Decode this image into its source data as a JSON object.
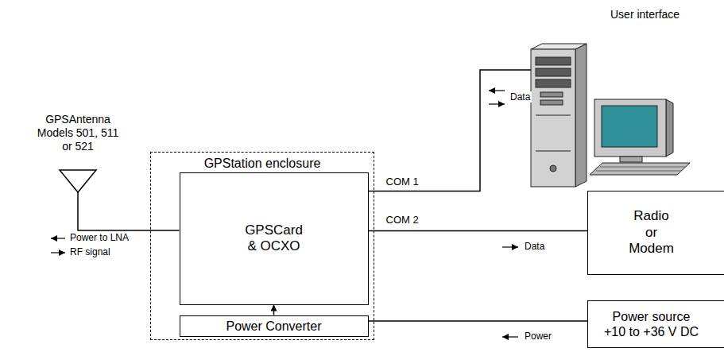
{
  "diagram": {
    "nodes": [
      {
        "text": [
          "GPSAntenna Models 501, 511 or 521"
        ]
      },
      {
        "text": [
          "GPStation enclosure"
        ]
      },
      {
        "text": [
          "GPSCard & OCXO"
        ],
        "in": 1
      },
      {
        "text": [
          "Power Converter"
        ],
        "in": 1
      },
      {
        "text": [
          "User interface"
        ]
      },
      {
        "text": [
          "Radio or Modem"
        ]
      },
      {
        "text": [
          "Power source +10 to +36 V DC"
        ]
      }
    ],
    "edges": [
      {
        "from": 0,
        "to": 2,
        "arrow": "none"
      },
      {
        "from": 2,
        "to": 4,
        "label": "COM 1",
        "arrow": "none"
      },
      {
        "from": 2,
        "to": 5,
        "label": "COM 2",
        "arrow": "none"
      },
      {
        "from": 6,
        "to": 3,
        "arrow": "none"
      },
      {
        "from": 3,
        "to": 2,
        "arrow": "to"
      }
    ],
    "labels": [
      "Power to LNA",
      "RF signal",
      "Data",
      "Data",
      "Power"
    ]
  }
}
